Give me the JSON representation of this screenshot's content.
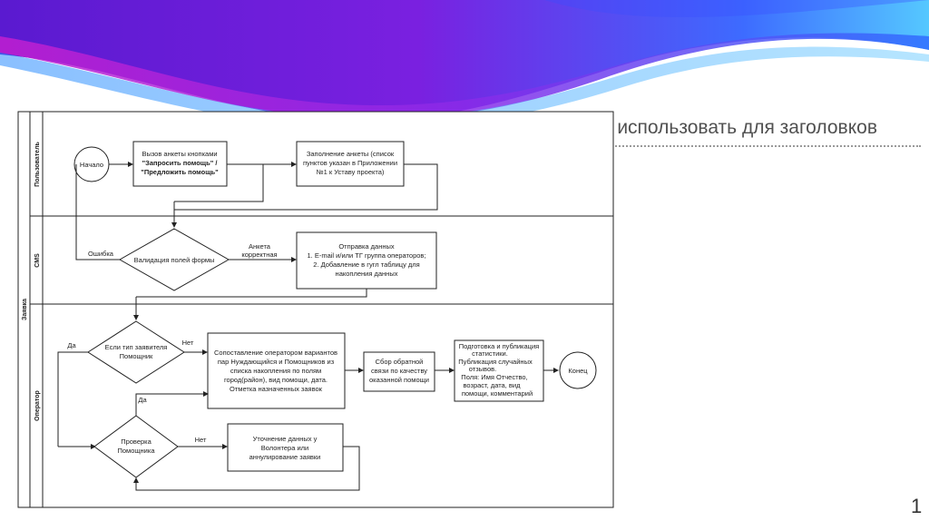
{
  "slide": {
    "title": "Можно использовать для заголовков",
    "page_number": "1"
  },
  "colors": {
    "banner_violet": "#6a1fd6",
    "banner_blue": "#2f6dff",
    "banner_magenta": "#c21fd0"
  },
  "diagram": {
    "pool": "Заявка",
    "lanes": {
      "user": "Пользователь",
      "cms": "CMS",
      "operator": "Оператор"
    },
    "start": "Начало",
    "end": "Конец",
    "call_form": {
      "line1": "Вызов анкеты кнопками",
      "line2": "\"Запросить помощь\" /",
      "line3": "\"Предложить помощь\""
    },
    "fill_form": {
      "line1": "Заполнение анкеты (список",
      "line2": "пунктов указан в Приложении",
      "line3": "№1 к Уставу проекта)"
    },
    "validate": "Валидация полей формы",
    "error_label": "Ошибка",
    "valid_label": {
      "line1": "Анкета",
      "line2": "корректная"
    },
    "send_data": {
      "line1": "Отправка данных",
      "line2": "1. E-mail и/или ТГ группа операторов;",
      "line3": "2. Добавление в гугл таблицу для",
      "line4": "накопления данных"
    },
    "applicant_type": {
      "line1": "Если тип заявителя",
      "line2": "Помощник"
    },
    "yes_label": "Да",
    "no_label": "Нет",
    "match": {
      "line1": "Сопоставление оператором вариантов",
      "line2": "пар Нуждающийся и Помощников из",
      "line3": "списка накопления по полям",
      "line4": "город(район), вид помощи, дата.",
      "line5": "Отметка назначенных заявок"
    },
    "feedback": {
      "line1": "Сбор обратной",
      "line2": "связи по качеству",
      "line3": "оказанной помощи"
    },
    "publish": {
      "line1": "Подготовка и публикация",
      "line2": "статистики.",
      "line3": "Публикация случайных",
      "line4": "отзывов.",
      "line5": "Поля: Имя Отчество,",
      "line6": "возраст, дата, вид",
      "line7": "помощи, комментарий"
    },
    "check": {
      "line1": "Проверка",
      "line2": "Помощника"
    },
    "clarify": {
      "line1": "Уточнение данных у",
      "line2": "Волонтера или",
      "line3": "аннулирование заявки"
    }
  }
}
